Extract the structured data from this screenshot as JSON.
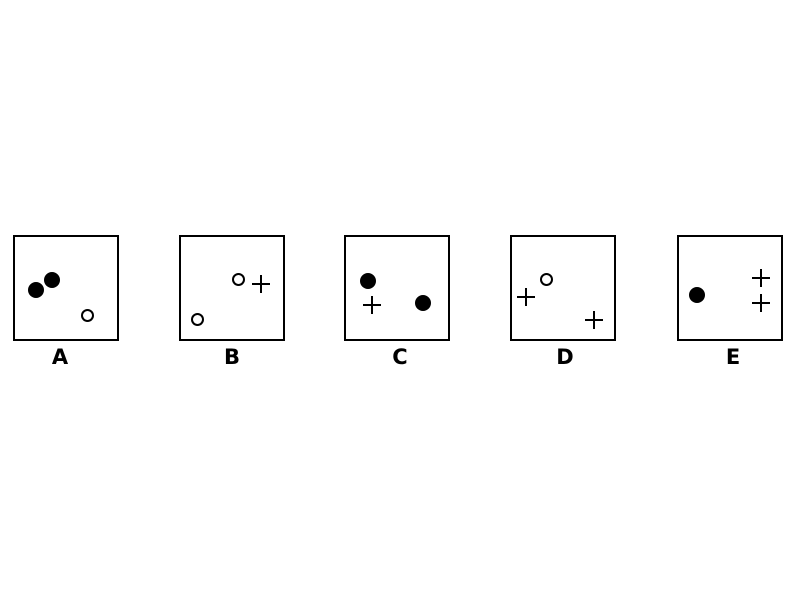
{
  "options": [
    {
      "label": "A",
      "symbols": [
        "filled-dot",
        "filled-dot",
        "hollow-circle"
      ]
    },
    {
      "label": "B",
      "symbols": [
        "hollow-circle",
        "plus",
        "hollow-circle"
      ]
    },
    {
      "label": "C",
      "symbols": [
        "filled-dot",
        "plus",
        "filled-dot"
      ]
    },
    {
      "label": "D",
      "symbols": [
        "hollow-circle",
        "plus",
        "plus"
      ]
    },
    {
      "label": "E",
      "symbols": [
        "filled-dot",
        "plus",
        "plus"
      ]
    }
  ],
  "colors": {
    "ink": "#000000",
    "background": "#ffffff"
  }
}
